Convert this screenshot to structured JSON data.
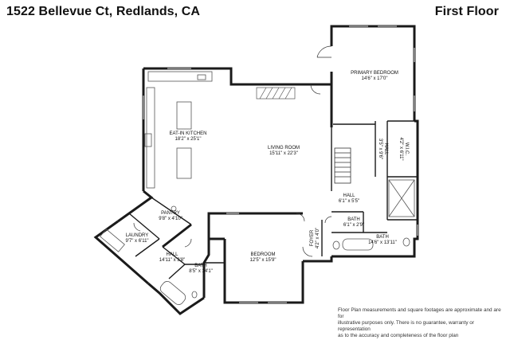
{
  "header": {
    "address": "1522 Bellevue Ct, Redlands, CA",
    "floor": "First Floor"
  },
  "rooms": [
    {
      "id": "primary-bedroom",
      "name": "PRIMARY BEDROOM",
      "dims": "14'6\" x 17'0\""
    },
    {
      "id": "eat-in-kitchen",
      "name": "EAT-IN KITCHEN",
      "dims": "18'2\" x 25'1\""
    },
    {
      "id": "living-room",
      "name": "LIVING ROOM",
      "dims": "15'11\" x 22'3\""
    },
    {
      "id": "hall-east",
      "name": "HALL",
      "dims": "3'5\" x 9'6\""
    },
    {
      "id": "wic",
      "name": "W.I.C.",
      "dims": "4'2\" x 6'11\""
    },
    {
      "id": "hall-center",
      "name": "HALL",
      "dims": "6'1\" x 5'5\""
    },
    {
      "id": "pantry",
      "name": "PANTRY",
      "dims": "9'8\" x 4'10\""
    },
    {
      "id": "bath-small",
      "name": "BATH",
      "dims": "6'1\" x 2'9\""
    },
    {
      "id": "foyer",
      "name": "FOYER",
      "dims": "4'2\" x 4'0\""
    },
    {
      "id": "bath-primary",
      "name": "BATH",
      "dims": "14'6\" x 13'11\""
    },
    {
      "id": "laundry",
      "name": "LAUNDRY",
      "dims": "9'7\" x 6'11\""
    },
    {
      "id": "hall-west",
      "name": "HALL",
      "dims": "14'11\" x 3'8\""
    },
    {
      "id": "bedroom",
      "name": "BEDROOM",
      "dims": "12'5\" x 15'9\""
    },
    {
      "id": "bath-west",
      "name": "BATH",
      "dims": "8'5\" x 14'1\""
    }
  ],
  "disclaimer": {
    "line1": "Floor Plan measurements and square footages are approximate and are for",
    "line2": "illustrative purposes only. There is no guarantee, warranty or representation",
    "line3": "as to the accuracy and completeness of the floor plan"
  },
  "colors": {
    "wall": "#1a1a1a",
    "fixture": "#555555",
    "window": "#9a9a9a"
  }
}
